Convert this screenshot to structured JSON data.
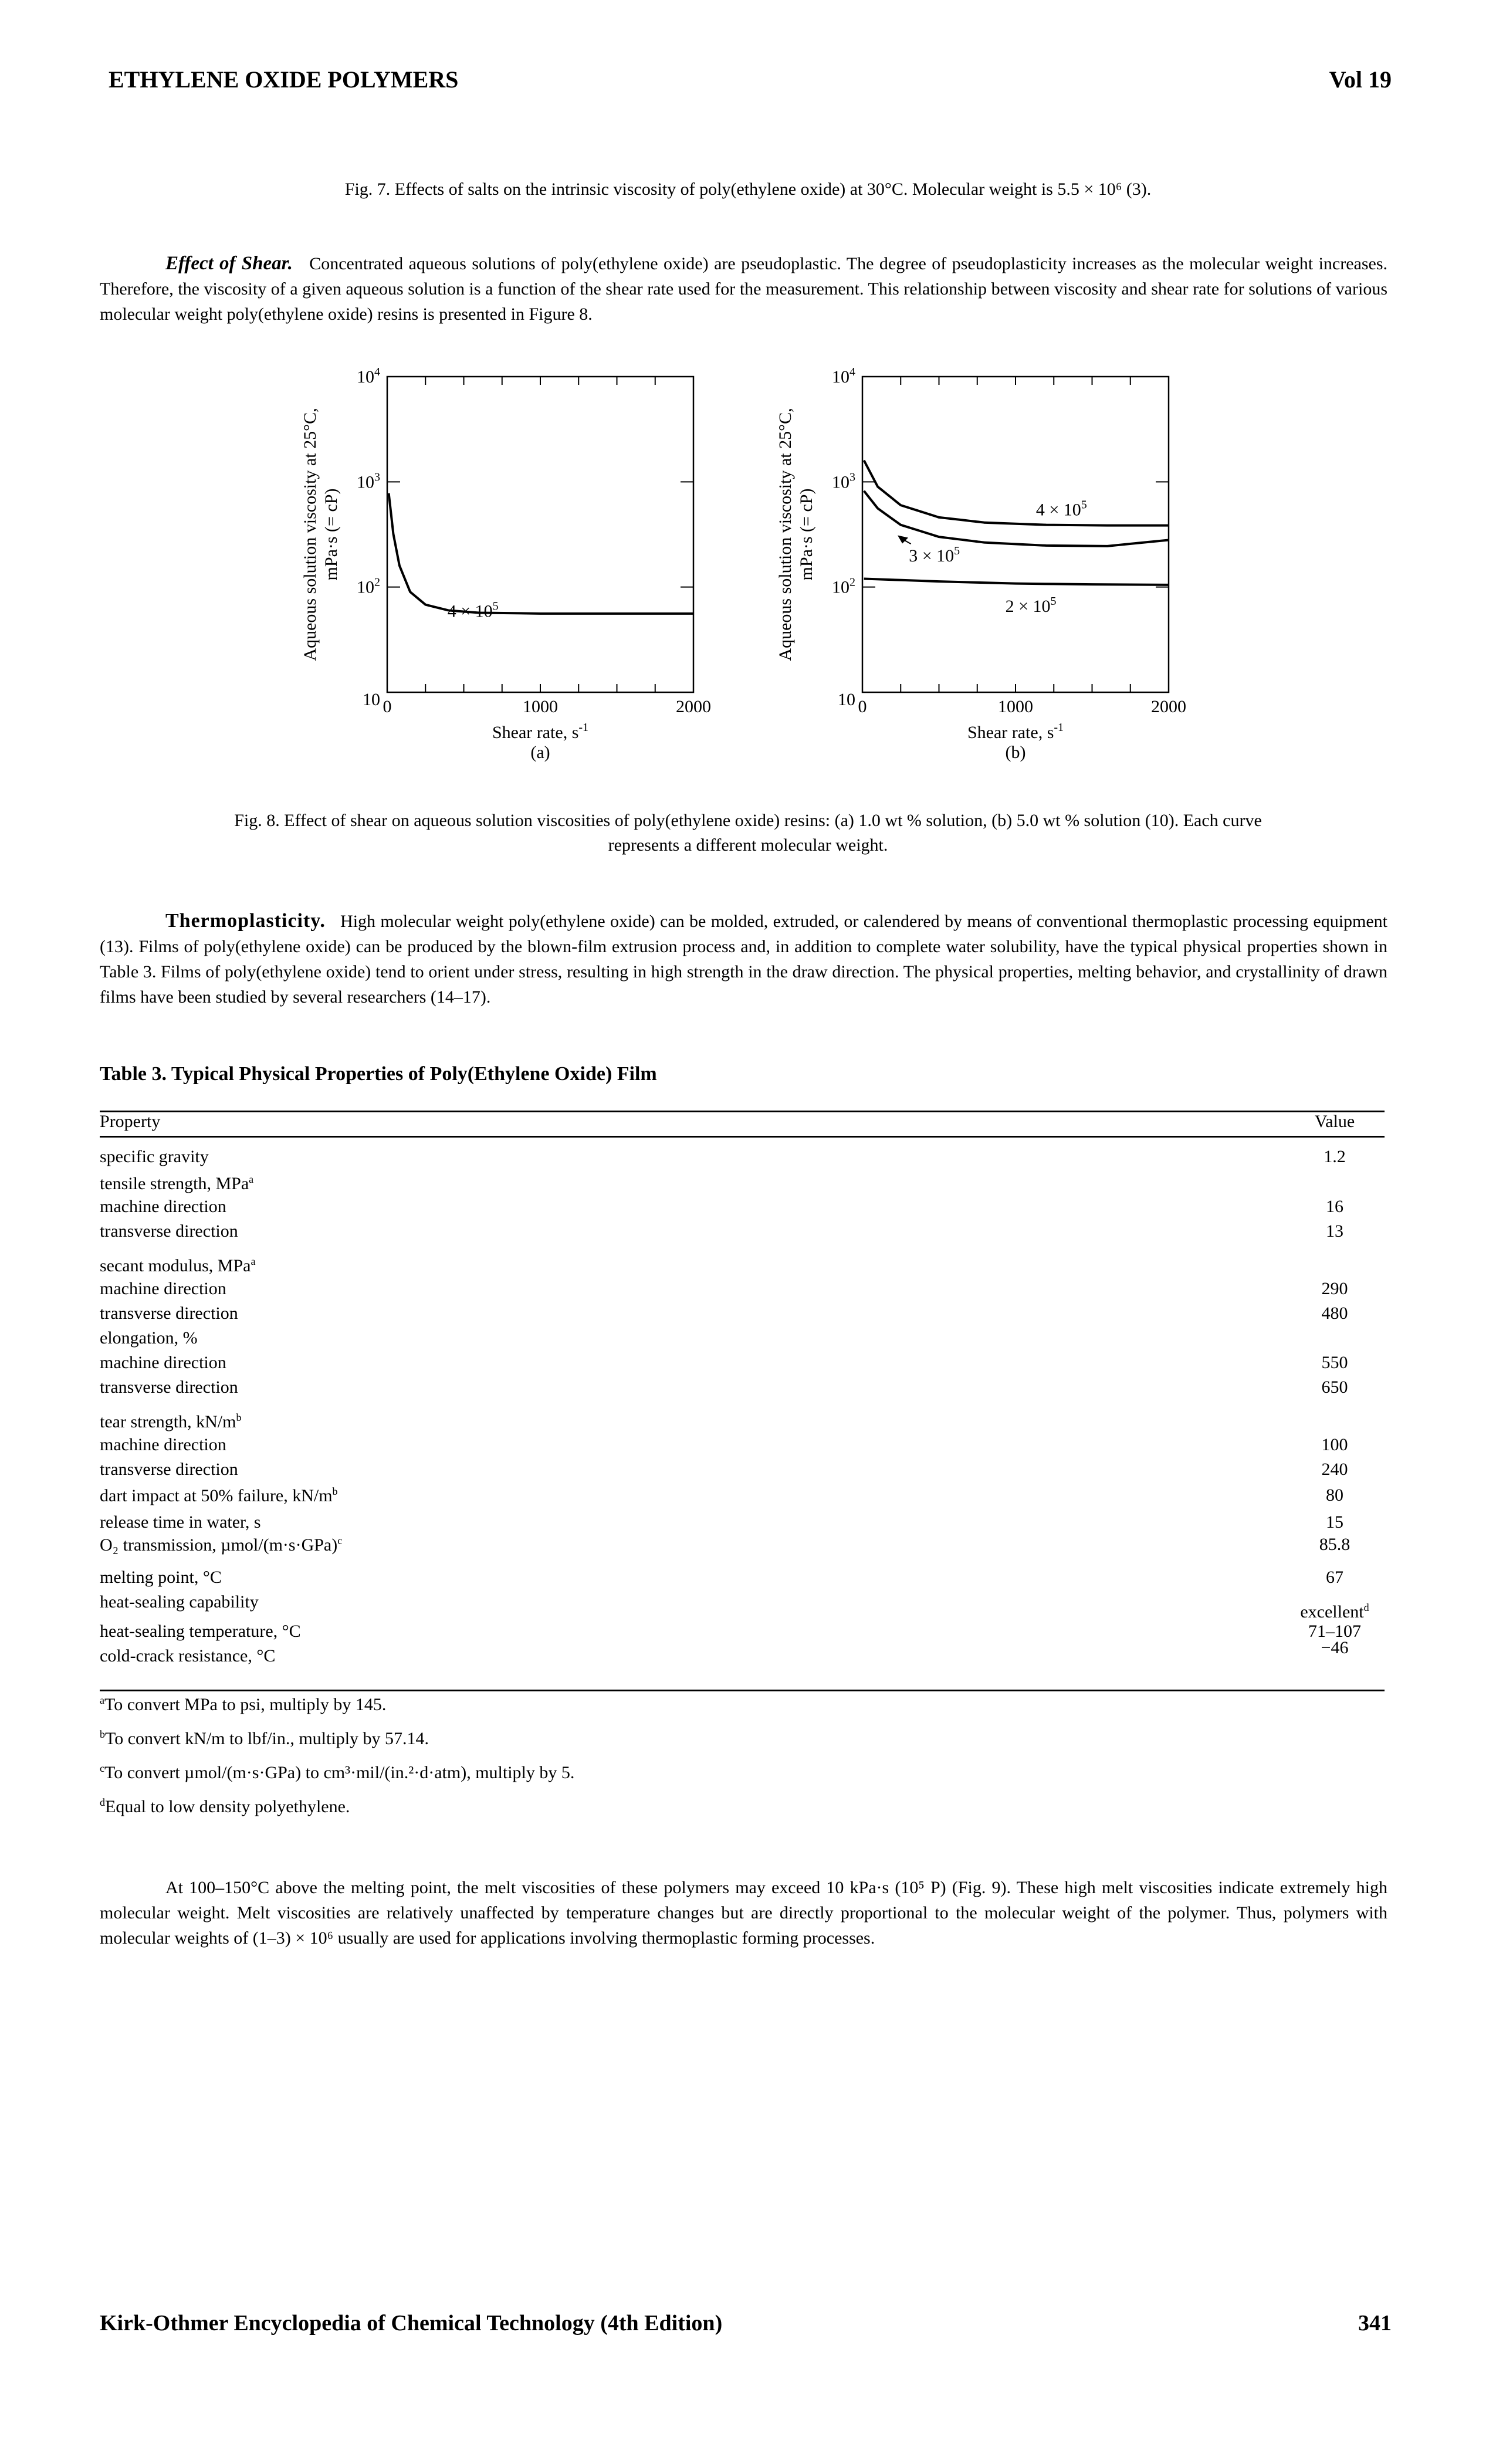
{
  "header": {
    "left": "ETHYLENE OXIDE POLYMERS",
    "right": "Vol 19"
  },
  "fig7_caption": "Fig. 7. Effects of salts on the intrinsic viscosity of poly(ethylene oxide) at 30°C. Molecular weight is 5.5 × 10⁶ (3).",
  "shear": {
    "lead": "Effect of Shear.",
    "text": "Concentrated aqueous solutions of poly(ethylene oxide) are pseudoplastic. The degree of pseudoplasticity increases as the molecular weight increases. Therefore, the viscosity of a given aqueous solution is a function of the shear rate used for the measurement. This relationship between viscosity and shear rate for solutions of various molecular weight poly(ethylene oxide) resins is presented in Figure 8."
  },
  "chart_data": [
    {
      "type": "line",
      "panel": "(a)",
      "xlabel": "Shear rate, s⁻¹",
      "ylabel": "Aqueous solution viscosity at 25°C, mPa·s (= cP)",
      "xlim": [
        0,
        2000
      ],
      "ylim": [
        10,
        10000
      ],
      "yscale": "log",
      "xticks": [
        "0",
        "1000",
        "2000"
      ],
      "yticks": [
        "10",
        "10²",
        "10³",
        "10⁴"
      ],
      "series": [
        {
          "name": "4 × 10⁵",
          "x": [
            10,
            40,
            80,
            150,
            250,
            400,
            600,
            1000,
            1500,
            2000
          ],
          "y": [
            780,
            320,
            160,
            90,
            68,
            60,
            57,
            56,
            56,
            56
          ]
        }
      ]
    },
    {
      "type": "line",
      "panel": "(b)",
      "xlabel": "Shear rate, s⁻¹",
      "ylabel": "Aqueous solution viscosity at 25°C, mPa·s (= cP)",
      "xlim": [
        0,
        2000
      ],
      "ylim": [
        10,
        10000
      ],
      "yscale": "log",
      "xticks": [
        "0",
        "1000",
        "2000"
      ],
      "yticks": [
        "10",
        "10²",
        "10³",
        "10⁴"
      ],
      "series": [
        {
          "name": "4 × 10⁵",
          "x": [
            10,
            100,
            250,
            500,
            800,
            1200,
            1600,
            2000
          ],
          "y": [
            1600,
            900,
            600,
            460,
            410,
            390,
            385,
            385
          ]
        },
        {
          "name": "3 × 10⁵",
          "x": [
            10,
            100,
            250,
            500,
            800,
            1200,
            1600,
            2000
          ],
          "y": [
            820,
            560,
            390,
            300,
            265,
            248,
            245,
            280
          ]
        },
        {
          "name": "2 × 10⁵",
          "x": [
            10,
            500,
            1000,
            1500,
            2000
          ],
          "y": [
            120,
            113,
            108,
            106,
            105
          ]
        }
      ]
    }
  ],
  "fig8_caption": {
    "line1": "Fig. 8. Effect of shear on aqueous solution viscosities of poly(ethylene oxide) resins: (a) 1.0 wt % solution, (b) 5.0 wt % solution (10). Each curve",
    "line2": "represents a different molecular weight."
  },
  "thermo": {
    "lead": "Thermoplasticity.",
    "text": "High molecular weight poly(ethylene oxide) can be molded, extruded, or calendered by means of conventional thermoplastic processing equipment (13). Films of poly(ethylene oxide) can be produced by the blown-film extrusion process and, in addition to complete water solubility, have the typical physical properties shown in Table 3. Films of poly(ethylene oxide) tend to orient under stress, resulting in high strength in the draw direction. The physical properties, melting behavior, and crystallinity of drawn films have been studied by several researchers (14–17)."
  },
  "table": {
    "title": "Table 3. Typical Physical Properties of Poly(Ethylene Oxide) Film",
    "col_property": "Property",
    "col_value": "Value",
    "rows": [
      {
        "p": "specific gravity",
        "sup": "",
        "v": "1.2"
      },
      {
        "p": "tensile strength, MPa",
        "sup": "a",
        "v": ""
      },
      {
        "p": "machine direction",
        "sup": "",
        "v": "16"
      },
      {
        "p": "transverse direction",
        "sup": "",
        "v": "13"
      },
      {
        "p": "secant modulus, MPa",
        "sup": "a",
        "v": ""
      },
      {
        "p": "machine direction",
        "sup": "",
        "v": "290"
      },
      {
        "p": "transverse direction",
        "sup": "",
        "v": "480"
      },
      {
        "p": "elongation, %",
        "sup": "",
        "v": ""
      },
      {
        "p": "machine direction",
        "sup": "",
        "v": "550"
      },
      {
        "p": "transverse direction",
        "sup": "",
        "v": "650"
      },
      {
        "p": "tear strength, kN/m",
        "sup": "b",
        "v": ""
      },
      {
        "p": "machine direction",
        "sup": "",
        "v": "100"
      },
      {
        "p": "transverse direction",
        "sup": "",
        "v": "240"
      },
      {
        "p": "dart impact at 50% failure, kN/m",
        "sup": "b",
        "v": "80"
      },
      {
        "p": "release time in water, s",
        "sup": "",
        "v": "15"
      },
      {
        "p": "O₂ transmission, µmol/(m·s·GPa)",
        "sup": "c",
        "v": "85.8"
      },
      {
        "p": "melting point, °C",
        "sup": "",
        "v": "67"
      },
      {
        "p": "heat-sealing capability",
        "sup": "",
        "v": "excellent"
      },
      {
        "p": "heat-sealing temperature, °C",
        "sup": "",
        "v": "71–107"
      },
      {
        "p": "cold-crack resistance, °C",
        "sup": "",
        "v": "−46"
      }
    ],
    "excellent_sup": "d",
    "footnotes": [
      {
        "mark": "a",
        "text": "To convert MPa to psi, multiply by 145."
      },
      {
        "mark": "b",
        "text": "To convert kN/m to lbf/in., multiply by 57.14."
      },
      {
        "mark": "c",
        "text": "To convert µmol/(m·s·GPa) to cm³·mil/(in.²·d·atm), multiply by 5."
      },
      {
        "mark": "d",
        "text": "Equal to low density polyethylene."
      }
    ]
  },
  "melt_para": "At 100–150°C above the melting point, the melt viscosities of these polymers may exceed 10 kPa·s (10⁵ P) (Fig. 9). These high melt viscosities indicate extremely high molecular weight. Melt viscosities are relatively unaffected by temperature changes but are directly proportional to the molecular weight of the polymer. Thus, polymers with molecular weights of (1–3) × 10⁶ usually are used for applications involving thermoplastic forming processes.",
  "footer": {
    "left": "Kirk-Othmer Encyclopedia of Chemical Technology (4th Edition)",
    "right": "341"
  }
}
